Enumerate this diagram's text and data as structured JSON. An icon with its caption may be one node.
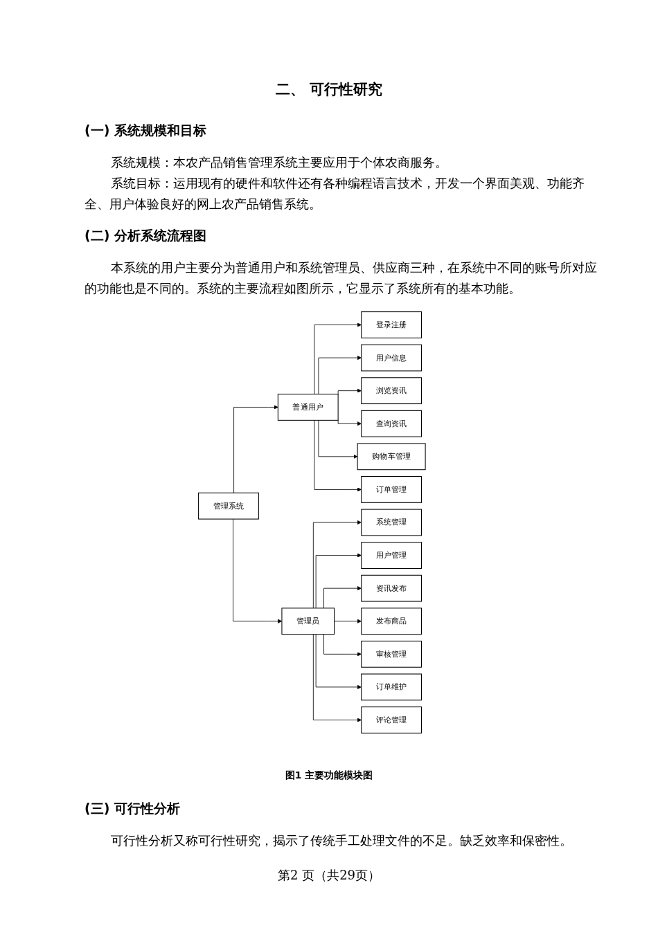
{
  "diagram": {
    "title": "二、 可行性研究",
    "caption": "图1 主要功能模块图",
    "nodes": [
      {
        "text": [
          "管理系统"
        ]
      },
      {
        "text": [
          "普通用户"
        ]
      },
      {
        "text": [
          "管理员"
        ]
      },
      {
        "text": [
          "登录注册"
        ]
      },
      {
        "text": [
          "用户信息"
        ]
      },
      {
        "text": [
          "浏览资讯"
        ]
      },
      {
        "text": [
          "查询资讯"
        ]
      },
      {
        "text": [
          "购物车管理"
        ]
      },
      {
        "text": [
          "订单管理"
        ]
      },
      {
        "text": [
          "系统管理"
        ]
      },
      {
        "text": [
          "用户管理"
        ]
      },
      {
        "text": [
          "资讯发布"
        ]
      },
      {
        "text": [
          "发布商品"
        ]
      },
      {
        "text": [
          "审核管理"
        ]
      },
      {
        "text": [
          "订单维护"
        ]
      },
      {
        "text": [
          "评论管理"
        ]
      }
    ],
    "edges": [
      {
        "from": 0,
        "to": 1,
        "arrow": "to"
      },
      {
        "from": 0,
        "to": 2,
        "arrow": "to"
      },
      {
        "from": 1,
        "to": 3,
        "arrow": "to"
      },
      {
        "from": 1,
        "to": 4,
        "arrow": "to"
      },
      {
        "from": 1,
        "to": 5,
        "arrow": "to"
      },
      {
        "from": 1,
        "to": 6,
        "arrow": "to"
      },
      {
        "from": 1,
        "to": 7,
        "arrow": "to"
      },
      {
        "from": 1,
        "to": 8,
        "arrow": "to"
      },
      {
        "from": 2,
        "to": 9,
        "arrow": "to"
      },
      {
        "from": 2,
        "to": 10,
        "arrow": "to"
      },
      {
        "from": 2,
        "to": 11,
        "arrow": "to"
      },
      {
        "from": 2,
        "to": 12,
        "arrow": "to"
      },
      {
        "from": 2,
        "to": 13,
        "arrow": "to"
      },
      {
        "from": 2,
        "to": 14,
        "arrow": "to"
      },
      {
        "from": 2,
        "to": 15,
        "arrow": "to"
      }
    ],
    "labels": [
      "(一) 系统规模和目标",
      "系统规模：本农产品销售管理系统主要应用于个体农商服务。",
      "系统目标：运用现有的硬件和软件还有各种编程语言技术，开发一个界面美观、功能齐全、用户体验良好的网上农产品销售系统。",
      "(二) 分析系统流程图",
      "本系统的用户主要分为普通用户和系统管理员、供应商三种，在系统中不同的账号所对应的功能也是不同的。系统的主要流程如图所示，它显示了系统所有的基本功能。",
      "(三) 可行性分析",
      "可行性分析又称可行性研究，揭示了传统手工处理文件的不足。缺乏效率和保密性。",
      "第2 页（共29页）"
    ]
  }
}
